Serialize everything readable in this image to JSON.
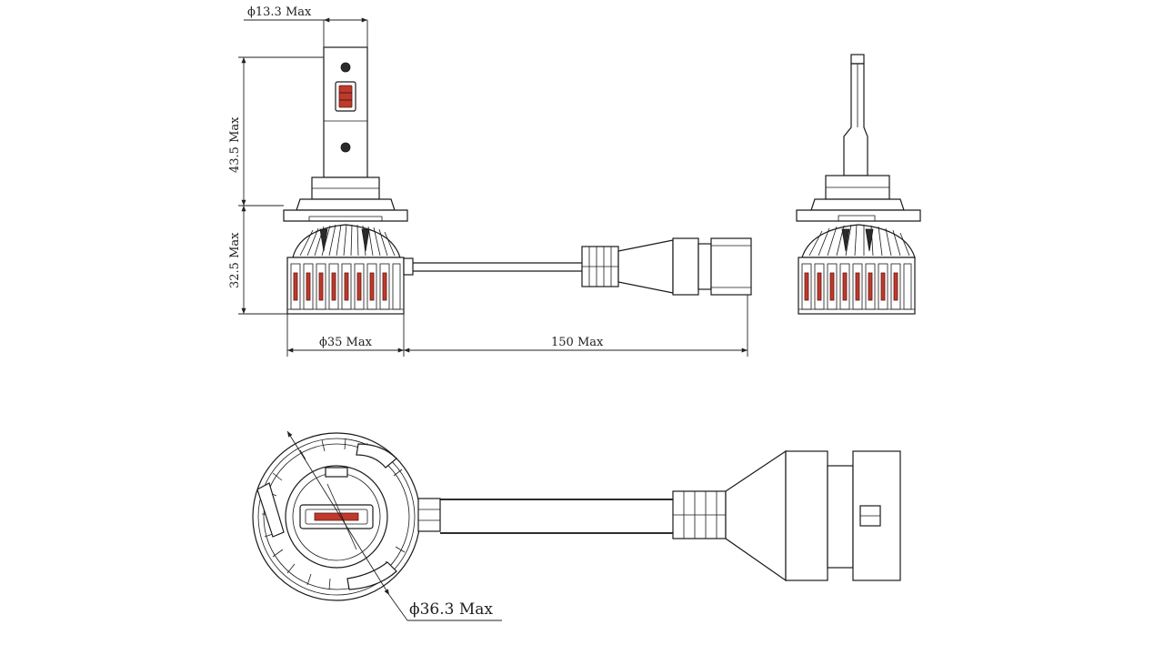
{
  "dimensions": {
    "chip_width": "ϕ13.3 Max",
    "upper_height": "43.5 Max",
    "lower_height": "32.5 Max",
    "base_diameter": "ϕ35 Max",
    "cable_length": "150 Max",
    "rear_diameter": "ϕ36.3 Max"
  },
  "colors": {
    "line": "#1a1a1a",
    "accent": "#c0392b",
    "background": "#ffffff"
  }
}
